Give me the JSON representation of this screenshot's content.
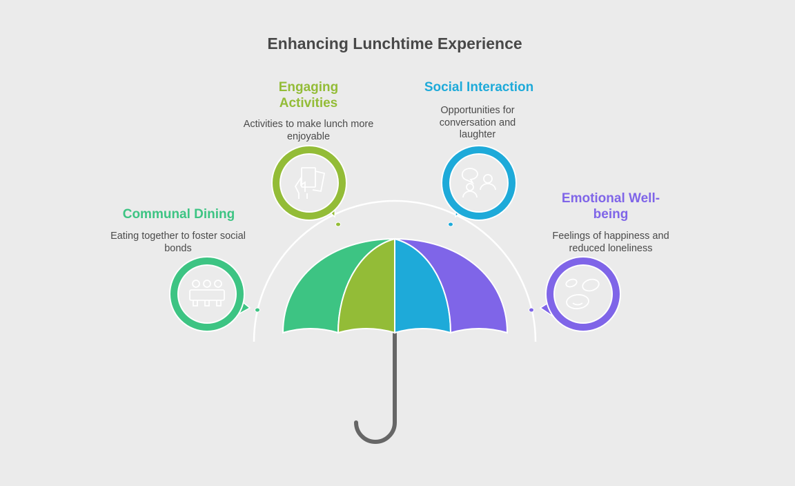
{
  "title": "Enhancing Lunchtime Experience",
  "items": [
    {
      "heading": "Communal Dining",
      "description": "Eating together to foster social bonds",
      "color": "#3dc483",
      "icon": "people-at-table-icon"
    },
    {
      "heading": "Engaging Activities",
      "description": "Activities to make lunch more enjoyable",
      "color": "#93bc37",
      "icon": "hand-holding-cards-icon"
    },
    {
      "heading": "Social Interaction",
      "description": "Opportunities for conversation and laughter",
      "color": "#1eaad9",
      "icon": "people-chatting-icon"
    },
    {
      "heading": "Emotional Well-being",
      "description": "Feelings of happiness and reduced loneliness",
      "color": "#7f65e8",
      "icon": "smiley-faces-icon"
    }
  ]
}
